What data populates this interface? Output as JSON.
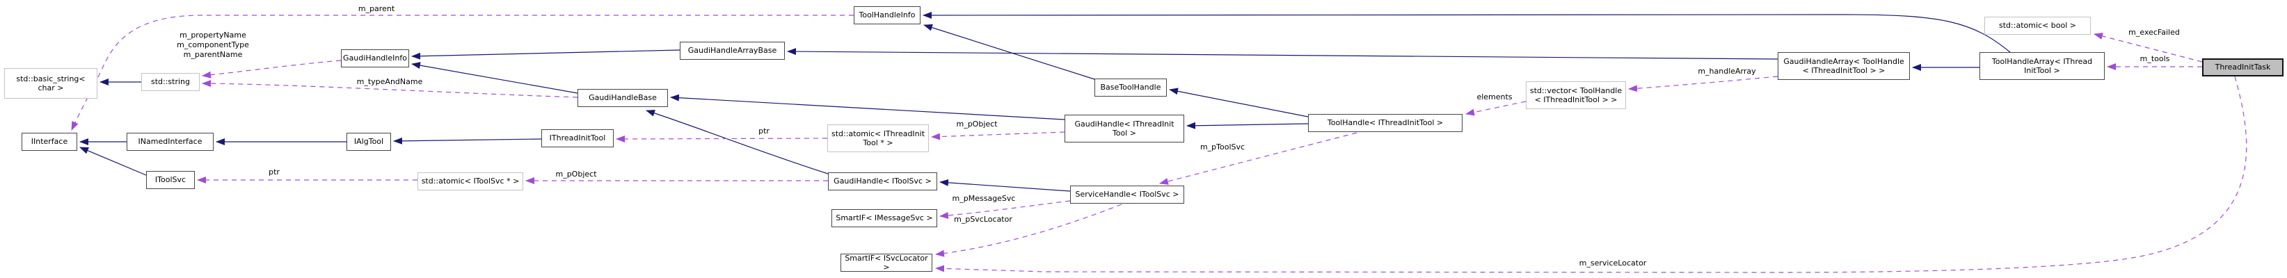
{
  "graph": {
    "type": "doxygen-collaboration-diagram",
    "focus_node": "ThreadInitTask",
    "colors": {
      "inheritance_edge": "#191970",
      "usage_edge": "#A04BD8",
      "node_border": "#454545",
      "external_node_border": "#C2C2C2",
      "selected_node_fill": "#BFBFBF",
      "background": "#FFFFFF",
      "text": "#000000"
    },
    "nodes": [
      {
        "id": "std-basic-string",
        "label": "std::basic_string<\nchar >"
      },
      {
        "id": "std-string",
        "label": "std::string"
      },
      {
        "id": "gaudi-handle-info",
        "label": "GaudiHandleInfo"
      },
      {
        "id": "gaudi-handle-array-base",
        "label": "GaudiHandleArrayBase"
      },
      {
        "id": "tool-handle-info",
        "label": "ToolHandleInfo"
      },
      {
        "id": "gaudi-handle-base",
        "label": "GaudiHandleBase"
      },
      {
        "id": "iinterface",
        "label": "IInterface"
      },
      {
        "id": "inamed-interface",
        "label": "INamedInterface"
      },
      {
        "id": "ialgtool",
        "label": "IAlgTool"
      },
      {
        "id": "ithread-init-tool",
        "label": "IThreadInitTool"
      },
      {
        "id": "itoolsvc",
        "label": "IToolSvc"
      },
      {
        "id": "std-atomic-itoolsvc",
        "label": "std::atomic< IToolSvc * >"
      },
      {
        "id": "std-atomic-ithreadinit",
        "label": "std::atomic< IThreadInit\nTool * >"
      },
      {
        "id": "base-tool-handle",
        "label": "BaseToolHandle"
      },
      {
        "id": "gaudi-handle-ithreadinit",
        "label": "GaudiHandle< IThreadInit\nTool >"
      },
      {
        "id": "tool-handle-ithreadinit",
        "label": "ToolHandle< IThreadInitTool >"
      },
      {
        "id": "gaudi-handle-itoolsvc",
        "label": "GaudiHandle< IToolSvc >"
      },
      {
        "id": "smartif-imessagesvc",
        "label": "SmartIF< IMessageSvc >"
      },
      {
        "id": "smartif-isvclocator",
        "label": "SmartIF< ISvcLocator >"
      },
      {
        "id": "service-handle-itoolsvc",
        "label": "ServiceHandle< IToolSvc >"
      },
      {
        "id": "std-vector-toolhandle",
        "label": "std::vector< ToolHandle\n< IThreadInitTool > >"
      },
      {
        "id": "gaudi-handle-array",
        "label": "GaudiHandleArray< ToolHandle\n< IThreadInitTool > >"
      },
      {
        "id": "tool-handle-array",
        "label": "ToolHandleArray< IThread\nInitTool >"
      },
      {
        "id": "std-atomic-bool",
        "label": "std::atomic< bool >"
      },
      {
        "id": "thread-init-task",
        "label": "ThreadInitTask"
      }
    ],
    "edges": [
      {
        "style": "solid",
        "from": "std::string",
        "to": "std::basic_string< char >",
        "label": ""
      },
      {
        "style": "solid",
        "from": "INamedInterface",
        "to": "IInterface",
        "label": ""
      },
      {
        "style": "solid",
        "from": "IToolSvc",
        "to": "IInterface",
        "label": ""
      },
      {
        "style": "solid",
        "from": "IAlgTool",
        "to": "INamedInterface",
        "label": ""
      },
      {
        "style": "solid",
        "from": "IThreadInitTool",
        "to": "IAlgTool",
        "label": ""
      },
      {
        "style": "solid",
        "from": "GaudiHandleBase",
        "to": "GaudiHandleInfo",
        "label": ""
      },
      {
        "style": "solid",
        "from": "GaudiHandleArrayBase",
        "to": "GaudiHandleInfo",
        "label": ""
      },
      {
        "style": "solid",
        "from": "BaseToolHandle",
        "to": "ToolHandleInfo",
        "label": ""
      },
      {
        "style": "solid",
        "from": "ToolHandleArray< IThreadInitTool >",
        "to": "ToolHandleInfo",
        "label": ""
      },
      {
        "style": "solid",
        "from": "GaudiHandle< IThreadInitTool >",
        "to": "GaudiHandleBase",
        "label": ""
      },
      {
        "style": "solid",
        "from": "GaudiHandle< IToolSvc >",
        "to": "GaudiHandleBase",
        "label": ""
      },
      {
        "style": "solid",
        "from": "ToolHandle< IThreadInitTool >",
        "to": "BaseToolHandle",
        "label": ""
      },
      {
        "style": "solid",
        "from": "ToolHandle< IThreadInitTool >",
        "to": "GaudiHandle< IThreadInitTool >",
        "label": ""
      },
      {
        "style": "solid",
        "from": "ServiceHandle< IToolSvc >",
        "to": "GaudiHandle< IToolSvc >",
        "label": ""
      },
      {
        "style": "solid",
        "from": "GaudiHandleArray< ToolHandle< IThreadInitTool > >",
        "to": "GaudiHandleArrayBase",
        "label": ""
      },
      {
        "style": "solid",
        "from": "ToolHandleArray< IThreadInitTool >",
        "to": "GaudiHandleArray< ToolHandle< IThreadInitTool > >",
        "label": ""
      },
      {
        "style": "dashed",
        "from": "ToolHandleInfo",
        "to": "IInterface",
        "label": "m_parent"
      },
      {
        "style": "dashed",
        "from": "GaudiHandleInfo",
        "to": "std::string",
        "label": "m_propertyName\nm_componentType\nm_parentName"
      },
      {
        "style": "dashed",
        "from": "GaudiHandleBase",
        "to": "std::string",
        "label": "m_typeAndName"
      },
      {
        "style": "dashed",
        "from": "std::atomic< IToolSvc * >",
        "to": "IToolSvc",
        "label": "ptr"
      },
      {
        "style": "dashed",
        "from": "GaudiHandle< IToolSvc >",
        "to": "std::atomic< IToolSvc * >",
        "label": "m_pObject"
      },
      {
        "style": "dashed",
        "from": "std::atomic< IThreadInitTool * >",
        "to": "IThreadInitTool",
        "label": "ptr"
      },
      {
        "style": "dashed",
        "from": "GaudiHandle< IThreadInitTool >",
        "to": "std::atomic< IThreadInitTool * >",
        "label": "m_pObject"
      },
      {
        "style": "dashed",
        "from": "ToolHandle< IThreadInitTool >",
        "to": "ServiceHandle< IToolSvc >",
        "label": "m_pToolSvc"
      },
      {
        "style": "dashed",
        "from": "ServiceHandle< IToolSvc >",
        "to": "SmartIF< IMessageSvc >",
        "label": "m_pMessageSvc"
      },
      {
        "style": "dashed",
        "from": "ServiceHandle< IToolSvc >",
        "to": "SmartIF< ISvcLocator >",
        "label": "m_pSvcLocator"
      },
      {
        "style": "dashed",
        "from": "std::vector< ToolHandle< IThreadInitTool > >",
        "to": "ToolHandle< IThreadInitTool >",
        "label": "elements"
      },
      {
        "style": "dashed",
        "from": "GaudiHandleArray< ToolHandle< IThreadInitTool > >",
        "to": "std::vector< ToolHandle< IThreadInitTool > >",
        "label": "m_handleArray"
      },
      {
        "style": "dashed",
        "from": "ThreadInitTask",
        "to": "std::atomic< bool >",
        "label": "m_execFailed"
      },
      {
        "style": "dashed",
        "from": "ThreadInitTask",
        "to": "ToolHandleArray< IThreadInitTool >",
        "label": "m_tools"
      },
      {
        "style": "dashed",
        "from": "ThreadInitTask",
        "to": "SmartIF< ISvcLocator >",
        "label": "m_serviceLocator"
      }
    ]
  }
}
